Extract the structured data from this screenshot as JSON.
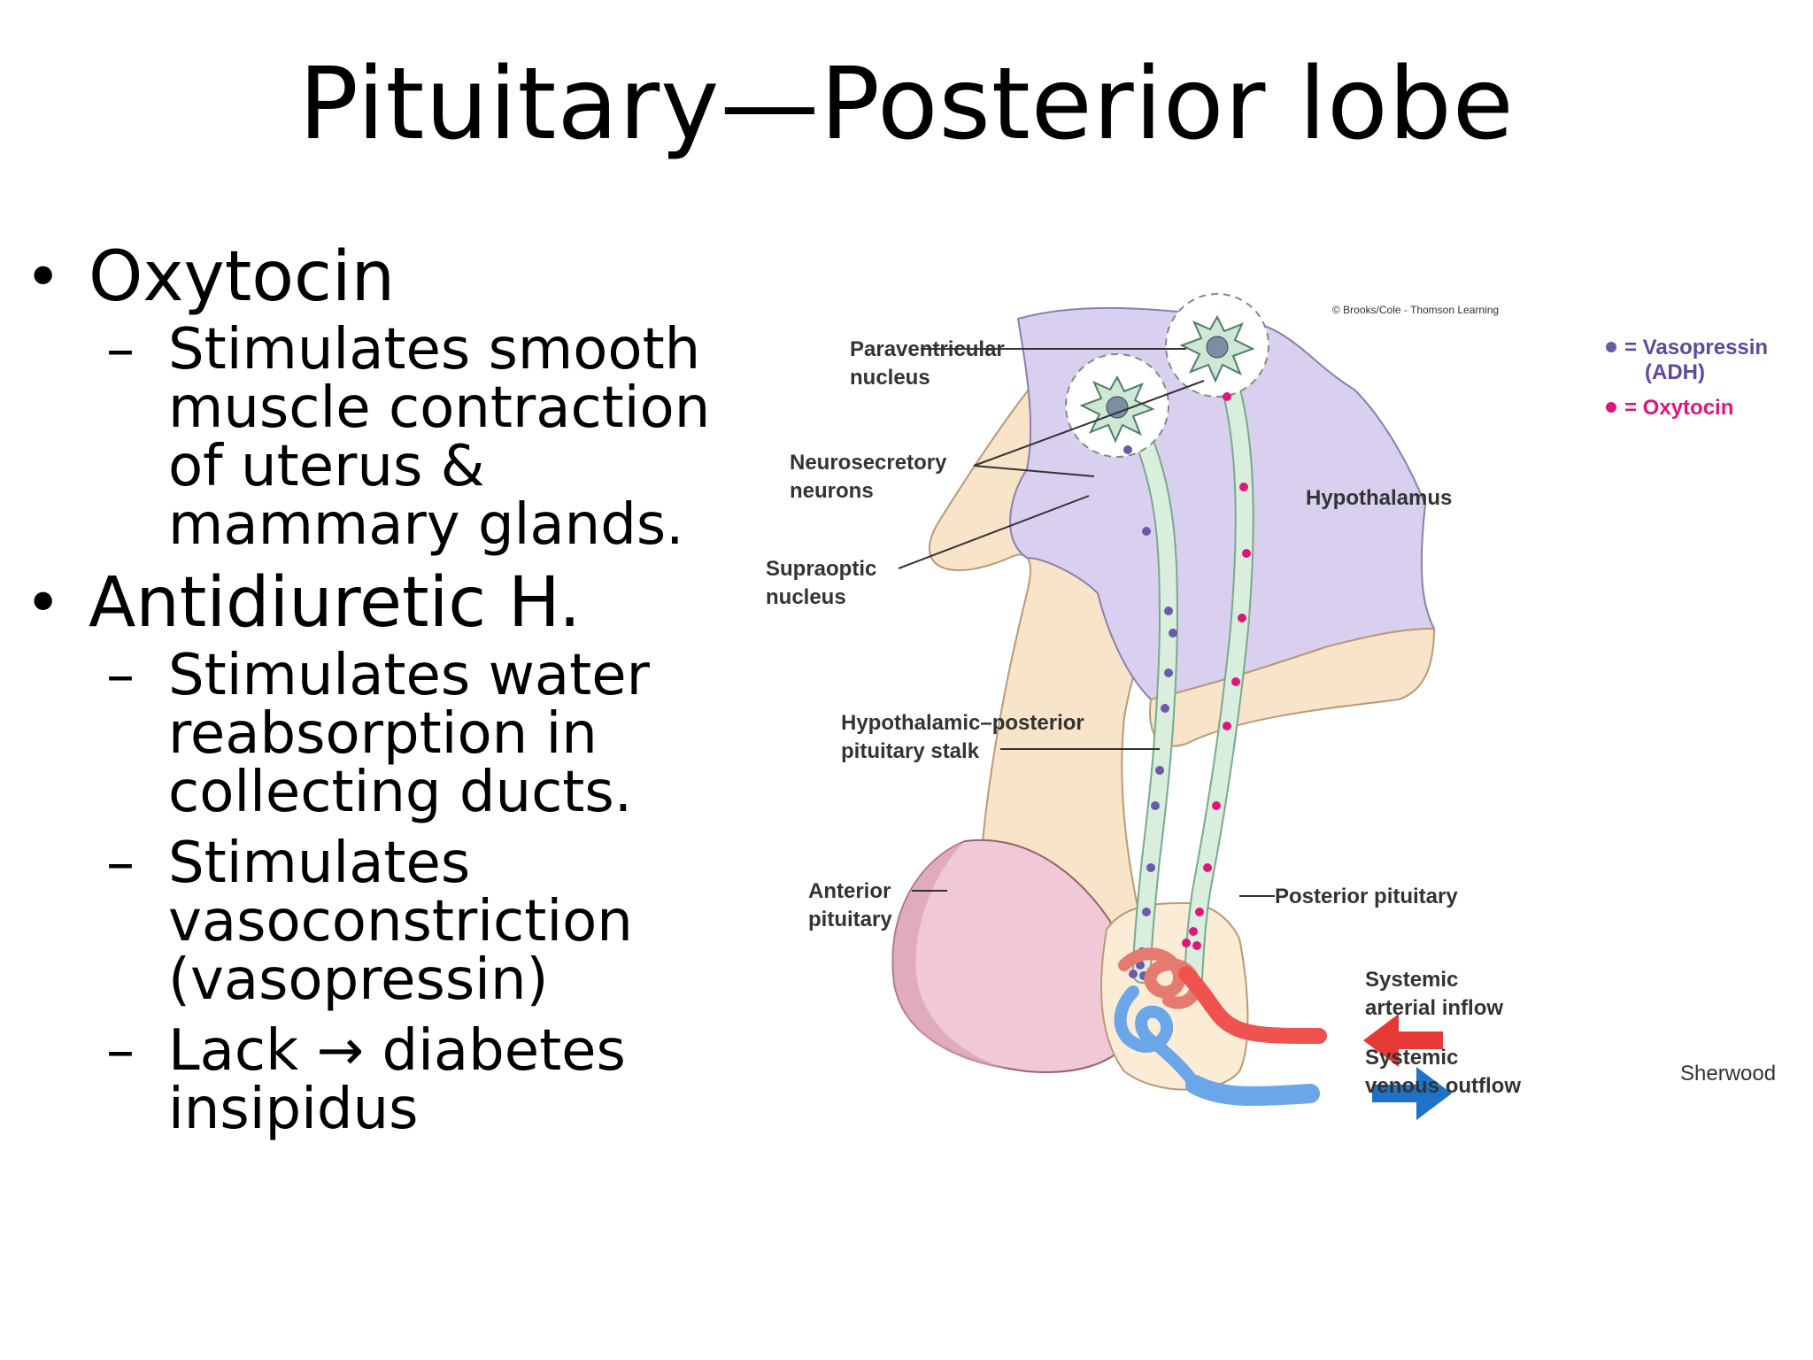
{
  "title": "Pituitary—Posterior lobe",
  "bullets": [
    {
      "label": "Oxytocin",
      "subs": [
        "Stimulates smooth muscle contraction of uterus & mammary glands."
      ]
    },
    {
      "label": "Antidiuretic H.",
      "subs": [
        "Stimulates water reabsorption in collecting ducts.",
        "Stimulates vasoconstriction (vasopressin)",
        "Lack → diabetes insipidus"
      ]
    }
  ],
  "bullet_symbol": "•",
  "sub_symbol": "–",
  "figure": {
    "copyright": "© Brooks/Cole - Thomson Learning",
    "labels": {
      "paraventricular_1": "Paraventricular",
      "paraventricular_2": "nucleus",
      "neurosecretory_1": "Neurosecretory",
      "neurosecretory_2": "neurons",
      "supraoptic_1": "Supraoptic",
      "supraoptic_2": "nucleus",
      "hypothalamus": "Hypothalamus",
      "stalk_1": "Hypothalamic–posterior",
      "stalk_2": "pituitary stalk",
      "anterior_1": "Anterior",
      "anterior_2": "pituitary",
      "posterior": "Posterior pituitary",
      "arterial_1": "Systemic",
      "arterial_2": "arterial inflow",
      "venous_1": "Systemic",
      "venous_2": "venous outflow"
    },
    "legend": {
      "vasopressin_1": "= Vasopressin",
      "vasopressin_2": "(ADH)",
      "oxytocin": "= Oxytocin"
    },
    "credit": "Sherwood",
    "colors": {
      "vasopressin": "#6a5aa8",
      "oxytocin": "#e0157a",
      "hypothalamus": "#d9d0ef",
      "tissue": "#f8e4c8",
      "anterior": "#f1c9d6",
      "axon": "#d9eedd",
      "artery": "#ef5350",
      "vein": "#1e73c8"
    }
  }
}
